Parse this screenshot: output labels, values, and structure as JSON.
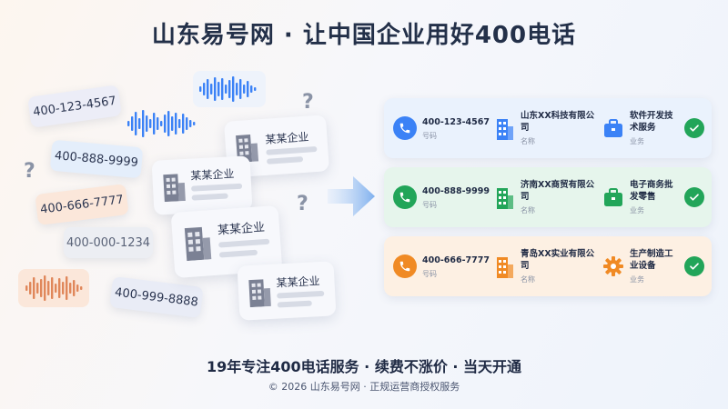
{
  "header": {
    "title": "山东易号网 · 让中国企业用好400电话"
  },
  "left": {
    "numbers": [
      "400-123-4567",
      "400-888-9999",
      "400-666-7777",
      "400-000-1234",
      "400-999-8888"
    ],
    "enterprise_label": "某某企业",
    "question_mark": "?"
  },
  "right": {
    "rows": [
      {
        "phone": "400-123-4567",
        "phone_sub": "号码",
        "company": "山东XX科技有限公司",
        "company_sub": "名称",
        "business": "软件开发技术服务",
        "business_sub": "业务",
        "color": "#3b82f6",
        "bg": "#eaf2fd"
      },
      {
        "phone": "400-888-9999",
        "phone_sub": "号码",
        "company": "济南XX商贸有限公司",
        "company_sub": "名称",
        "business": "电子商务批发零售",
        "business_sub": "业务",
        "color": "#22a559",
        "bg": "#e6f5ec"
      },
      {
        "phone": "400-666-7777",
        "phone_sub": "号码",
        "company": "青岛XX实业有限公司",
        "company_sub": "名称",
        "business": "生产制造工业设备",
        "business_sub": "业务",
        "color": "#f08a24",
        "bg": "#fdf0e3"
      }
    ],
    "check_color": "#22a559"
  },
  "footer": {
    "tagline": "19年专注400电话服务 · 续费不涨价 · 当天开通",
    "copyright": "© 2026 山东易号网 · 正规运营商授权服务"
  }
}
